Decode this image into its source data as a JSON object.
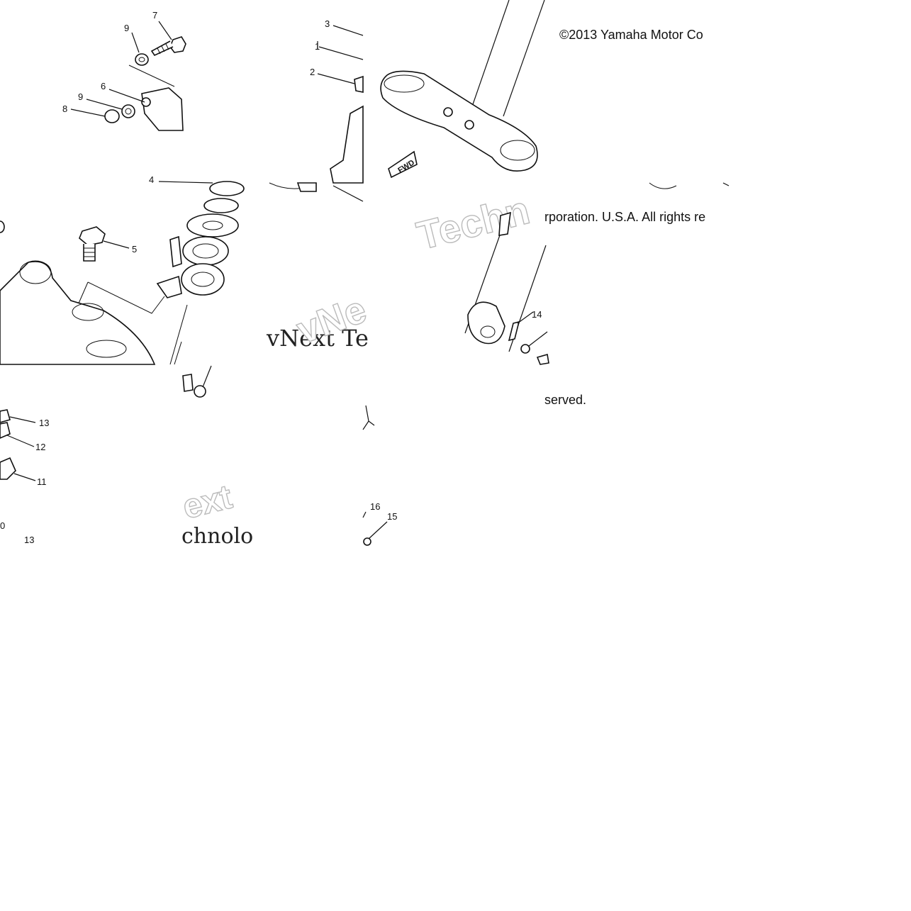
{
  "copyright": {
    "line1": "©2013 Yamaha Motor Co",
    "line2": "rporation. U.S.A. All rights re",
    "line3": "served."
  },
  "watermarks": [
    "Techn",
    "vNe",
    "vNext Te",
    "ext",
    "chnolo"
  ],
  "fwd_label": "FWD",
  "callouts": {
    "c7": "7",
    "c9a": "9",
    "c6": "6",
    "c9b": "9",
    "c8": "8",
    "c3": "3",
    "c1": "1",
    "c2": "2",
    "c4": "4",
    "c5": "5",
    "c14": "14",
    "c13a": "13",
    "c12": "12",
    "c11": "11",
    "c10": "0",
    "c13b": "13",
    "c16": "16",
    "c15": "15"
  }
}
